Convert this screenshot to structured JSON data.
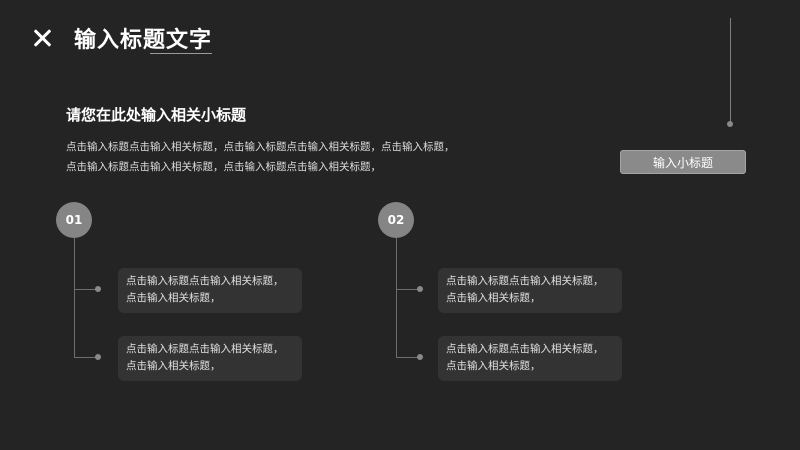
{
  "header": {
    "title": "输入标题文字"
  },
  "sidebar": {
    "subtitle_button": "输入小标题"
  },
  "intro": {
    "heading": "请您在此处输入相关小标题",
    "lines": [
      "点击输入标题点击输入相关标题，点击输入标题点击输入相关标题，点击输入标题，",
      "点击输入标题点击输入相关标题，点击输入标题点击输入相关标题，"
    ]
  },
  "steps": [
    {
      "number": "01",
      "cards": [
        {
          "line1": "点击输入标题点击输入相关标题，",
          "line2": "点击输入相关标题，"
        },
        {
          "line1": "点击输入标题点击输入相关标题，",
          "line2": "点击输入相关标题，"
        }
      ]
    },
    {
      "number": "02",
      "cards": [
        {
          "line1": "点击输入标题点击输入相关标题，",
          "line2": "点击输入相关标题，"
        },
        {
          "line1": "点击输入标题点击输入相关标题，",
          "line2": "点击输入相关标题，"
        }
      ]
    }
  ]
}
